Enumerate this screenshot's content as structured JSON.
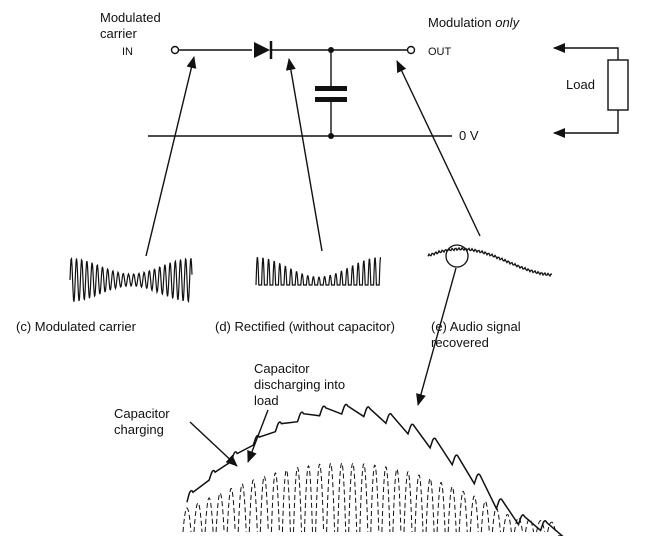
{
  "circuit": {
    "input_label": "Modulated\ncarrier",
    "in_terminal": "IN",
    "output_label_prefix": "Modulation ",
    "output_label_emph": "only",
    "out_terminal": "OUT",
    "ground_label": "0 V",
    "load_label": "Load"
  },
  "waveforms": {
    "modulated_carrier": "(c) Modulated carrier",
    "rectified": "(d) Rectified (without capacitor)",
    "audio": "(e) Audio signal\nrecovered"
  },
  "detail": {
    "charging_label": "Capacitor\ncharging",
    "discharging_label": "Capacitor\ndischarging into\nload"
  },
  "colors": {
    "ink": "#111111",
    "background": "#ffffff"
  }
}
